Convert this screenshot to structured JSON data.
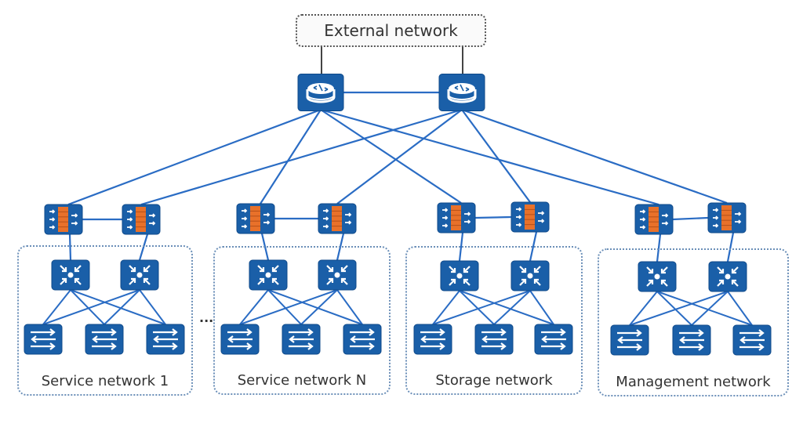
{
  "external": {
    "label": "External network"
  },
  "colors": {
    "device": "#1a5fa8",
    "link": "#2a6cc4",
    "uplink": "#444444",
    "firewall_wall": "#e8712a",
    "zone_border": "#6b8fb8"
  },
  "routers": [
    {
      "id": "r1",
      "icon": "router-icon"
    },
    {
      "id": "r2",
      "icon": "router-icon"
    }
  ],
  "ellipsis": "...",
  "zones": [
    {
      "id": "z1",
      "label": "Service network 1",
      "firewalls": 2,
      "aggregation_switches": 2,
      "access_switches": 3
    },
    {
      "id": "z2",
      "label": "Service network N",
      "firewalls": 2,
      "aggregation_switches": 2,
      "access_switches": 3
    },
    {
      "id": "z3",
      "label": "Storage network",
      "firewalls": 2,
      "aggregation_switches": 2,
      "access_switches": 3
    },
    {
      "id": "z4",
      "label": "Management network",
      "firewalls": 2,
      "aggregation_switches": 2,
      "access_switches": 3
    }
  ],
  "links": {
    "router_to_firewall": [
      [
        "r1",
        "z1.fw1"
      ],
      [
        "r1",
        "z2.fw1"
      ],
      [
        "r1",
        "z3.fw1"
      ],
      [
        "r1",
        "z4.fw1"
      ],
      [
        "r2",
        "z1.fw2"
      ],
      [
        "r2",
        "z2.fw2"
      ],
      [
        "r2",
        "z3.fw2"
      ],
      [
        "r2",
        "z4.fw2"
      ]
    ],
    "pattern_in_zone": "fw1-fw2 peer; fwN to aggN; each agg to all 3 access switches"
  }
}
